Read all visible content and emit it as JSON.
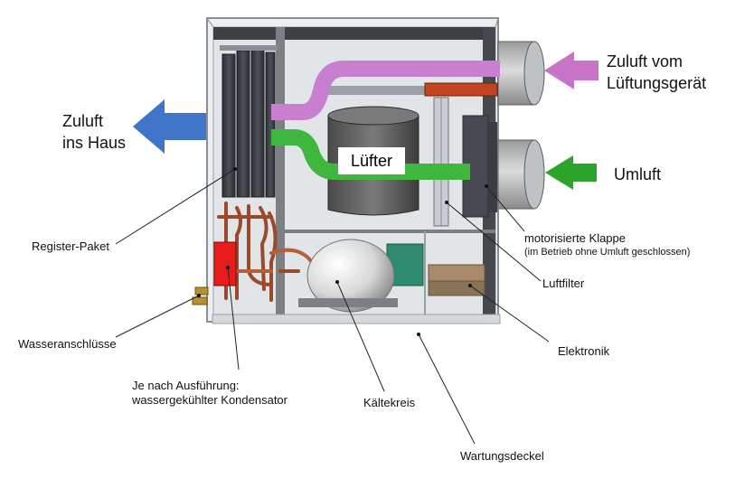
{
  "labels": {
    "zuluft_haus_1": "Zuluft",
    "zuluft_haus_2": "ins Haus",
    "zuluft_geraet_1": "Zuluft vom",
    "zuluft_geraet_2": "Lüftungsgerät",
    "umluft": "Umluft",
    "lufter": "Lüfter",
    "register_paket": "Register-Paket",
    "klappe_1": "motorisierte Klappe",
    "klappe_2": "(im Betrieb ohne Umluft geschlossen)",
    "luftfilter": "Luftfilter",
    "elektronik": "Elektronik",
    "wasseranschluesse": "Wasseranschlüsse",
    "kondensator_1": "Je nach Ausführung:",
    "kondensator_2": "wassergekühlter Kondensator",
    "kaeltekreis": "Kältekreis",
    "wartungsdeckel": "Wartungsdeckel"
  },
  "colors": {
    "supply_arrow": "#3f74c8",
    "intake_arrow": "#c673c8",
    "recirc_arrow": "#2ca42c",
    "duct_violet": "#c87fd0",
    "duct_green": "#3fb73f",
    "condenser": "#e81c1c"
  }
}
